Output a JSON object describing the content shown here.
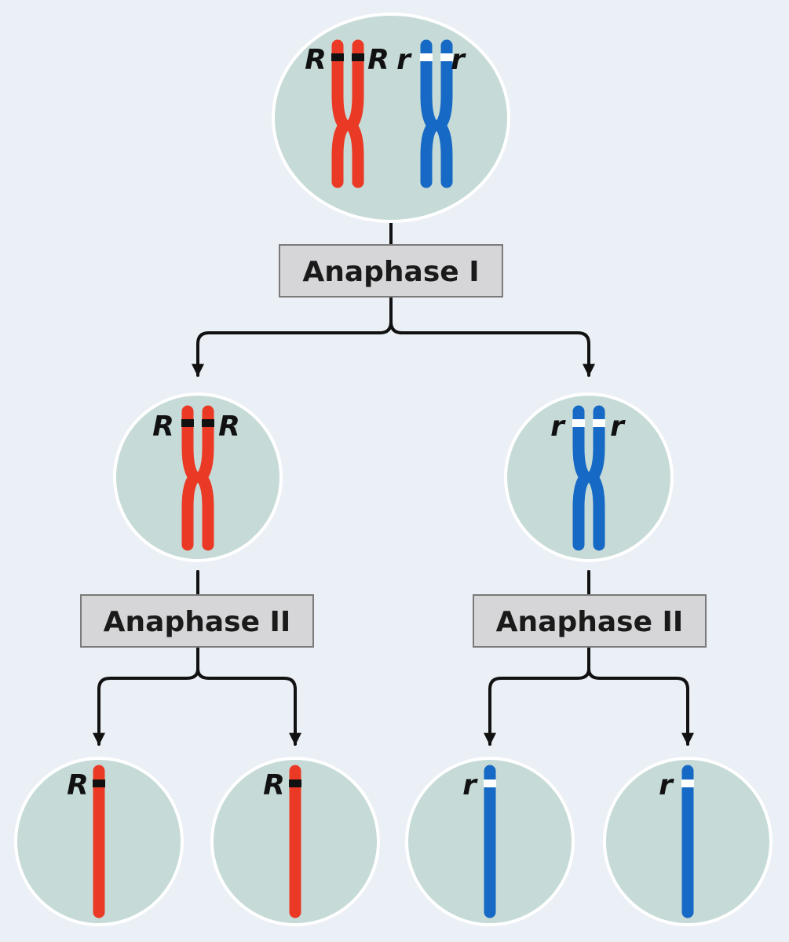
{
  "colors": {
    "background": "#ebeff6",
    "cell_fill": "#c6dbd8",
    "cell_stroke": "#ffffff",
    "dominant_chromosome": "#ea3a25",
    "recessive_chromosome": "#1669c4",
    "dominant_marker": "#111111",
    "recessive_marker": "#ffffff",
    "label_box_fill": "#d6d6d8",
    "label_box_stroke": "#7a7a7a",
    "arrow": "#111111"
  },
  "stages": {
    "first": "Anaphase I",
    "second_left": "Anaphase II",
    "second_right": "Anaphase II"
  },
  "alleles": {
    "parent": [
      "R",
      "R",
      "r",
      "r"
    ],
    "daughter_left": [
      "R",
      "R"
    ],
    "daughter_right": [
      "r",
      "r"
    ],
    "gamete_1": "R",
    "gamete_2": "R",
    "gamete_3": "r",
    "gamete_4": "r"
  }
}
